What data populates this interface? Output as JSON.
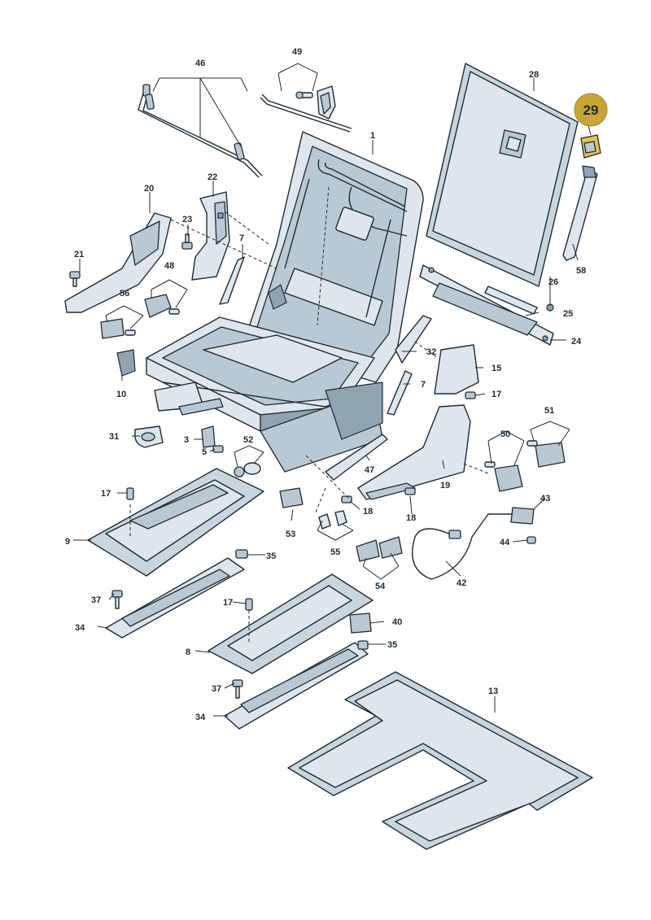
{
  "diagram": {
    "highlighted_part": "29",
    "callouts": [
      {
        "id": "c1",
        "label": "1"
      },
      {
        "id": "c3",
        "label": "3"
      },
      {
        "id": "c5",
        "label": "5"
      },
      {
        "id": "c7a",
        "label": "7"
      },
      {
        "id": "c7b",
        "label": "7"
      },
      {
        "id": "c8",
        "label": "8"
      },
      {
        "id": "c9",
        "label": "9"
      },
      {
        "id": "c10",
        "label": "10"
      },
      {
        "id": "c13",
        "label": "13"
      },
      {
        "id": "c15",
        "label": "15"
      },
      {
        "id": "c17a",
        "label": "17"
      },
      {
        "id": "c17b",
        "label": "17"
      },
      {
        "id": "c17c",
        "label": "17"
      },
      {
        "id": "c18a",
        "label": "18"
      },
      {
        "id": "c18b",
        "label": "18"
      },
      {
        "id": "c19",
        "label": "19"
      },
      {
        "id": "c20",
        "label": "20"
      },
      {
        "id": "c21",
        "label": "21"
      },
      {
        "id": "c22",
        "label": "22"
      },
      {
        "id": "c23",
        "label": "23"
      },
      {
        "id": "c24",
        "label": "24"
      },
      {
        "id": "c25",
        "label": "25"
      },
      {
        "id": "c26",
        "label": "26"
      },
      {
        "id": "c28",
        "label": "28"
      },
      {
        "id": "c29",
        "label": "29"
      },
      {
        "id": "c31",
        "label": "31"
      },
      {
        "id": "c32",
        "label": "32"
      },
      {
        "id": "c34a",
        "label": "34"
      },
      {
        "id": "c34b",
        "label": "34"
      },
      {
        "id": "c35a",
        "label": "35"
      },
      {
        "id": "c35b",
        "label": "35"
      },
      {
        "id": "c37a",
        "label": "37"
      },
      {
        "id": "c37b",
        "label": "37"
      },
      {
        "id": "c40",
        "label": "40"
      },
      {
        "id": "c42",
        "label": "42"
      },
      {
        "id": "c43",
        "label": "43"
      },
      {
        "id": "c44",
        "label": "44"
      },
      {
        "id": "c46",
        "label": "46"
      },
      {
        "id": "c47",
        "label": "47"
      },
      {
        "id": "c48",
        "label": "48"
      },
      {
        "id": "c49",
        "label": "49"
      },
      {
        "id": "c50",
        "label": "50"
      },
      {
        "id": "c51",
        "label": "51"
      },
      {
        "id": "c52",
        "label": "52"
      },
      {
        "id": "c53",
        "label": "53"
      },
      {
        "id": "c54",
        "label": "54"
      },
      {
        "id": "c55",
        "label": "55"
      },
      {
        "id": "c56",
        "label": "56"
      },
      {
        "id": "c58",
        "label": "58"
      }
    ]
  }
}
